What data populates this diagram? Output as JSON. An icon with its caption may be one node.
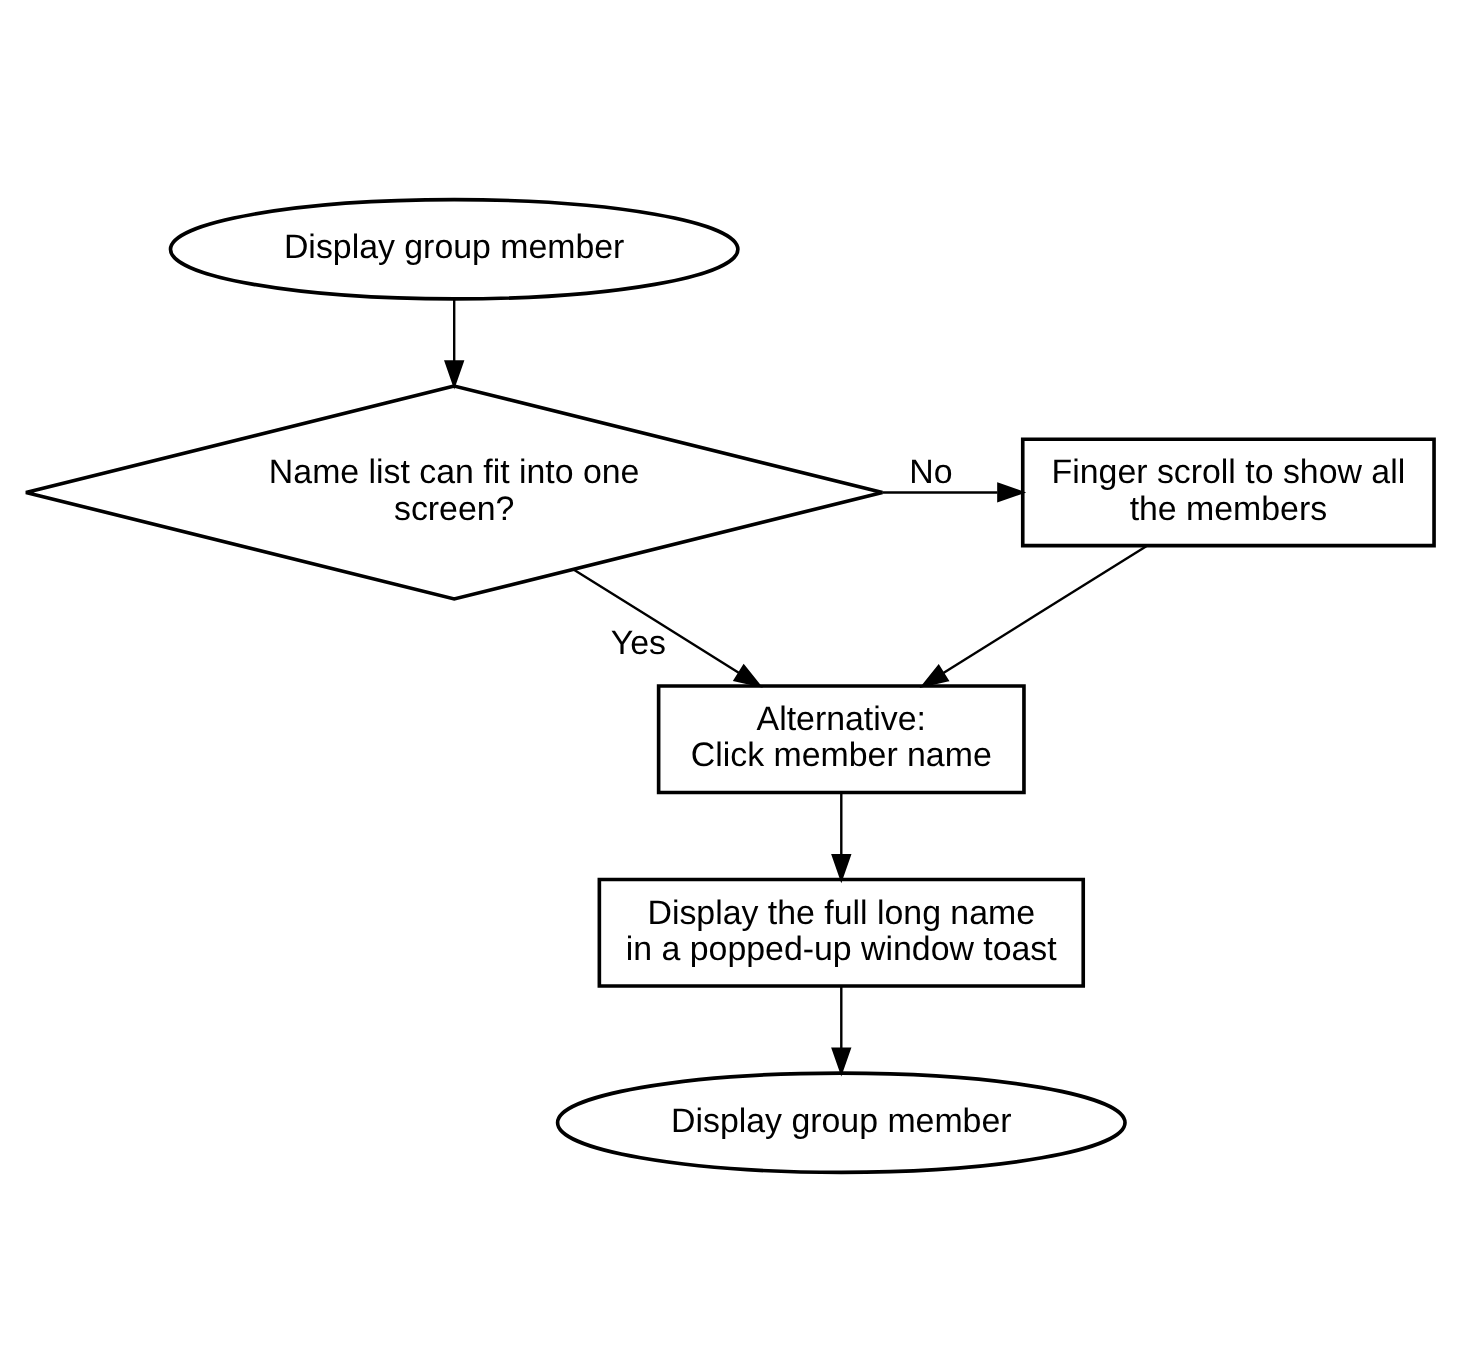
{
  "diagram": {
    "nodes": [
      {
        "text": [
          "Display group member"
        ]
      },
      {
        "text": [
          "Name list can fit into one screen?"
        ]
      },
      {
        "text": [
          "Finger scroll to show all the members"
        ]
      },
      {
        "text": [
          "Alternative:",
          "Click member name"
        ]
      },
      {
        "text": [
          "Display the full long name in a popped-up window toast"
        ]
      },
      {
        "text": [
          "Display group member"
        ]
      }
    ],
    "edges": [
      {
        "from": 0,
        "to": 1,
        "arrow": "to"
      },
      {
        "from": 1,
        "to": 2,
        "arrow": "to",
        "label": "No"
      },
      {
        "from": 1,
        "to": 3,
        "arrow": "to",
        "label": "Yes"
      },
      {
        "from": 2,
        "to": 3,
        "arrow": "to"
      },
      {
        "from": 3,
        "to": 4,
        "arrow": "to"
      },
      {
        "from": 4,
        "to": 5,
        "arrow": "to"
      }
    ]
  }
}
